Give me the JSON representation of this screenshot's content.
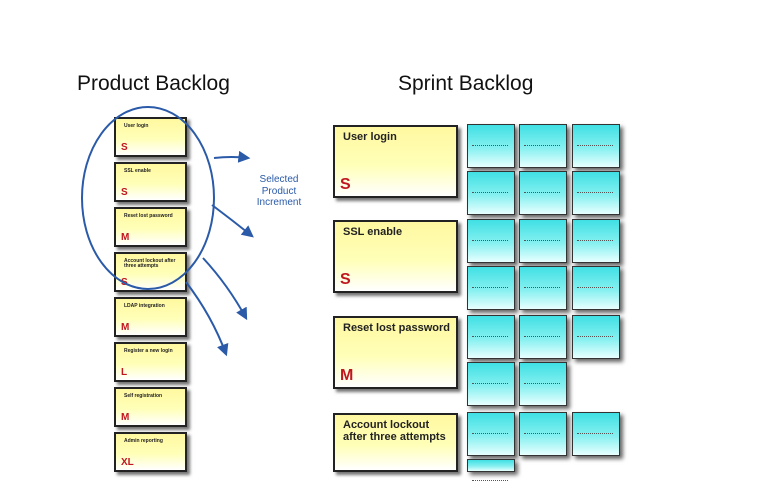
{
  "titles": {
    "product_backlog": "Product Backlog",
    "sprint_backlog": "Sprint Backlog"
  },
  "annotation": {
    "line1": "Selected",
    "line2": "Product",
    "line3": "Increment"
  },
  "product_backlog_items": [
    {
      "label": "User login",
      "size": "S"
    },
    {
      "label": "SSL enable",
      "size": "S"
    },
    {
      "label": "Reset lost password",
      "size": "M"
    },
    {
      "label": "Account lockout after three attempts",
      "size": "S"
    },
    {
      "label": "LDAP integration",
      "size": "M"
    },
    {
      "label": "Register a new login",
      "size": "L"
    },
    {
      "label": "Self registration",
      "size": "M"
    },
    {
      "label": "Admin reporting",
      "size": "XL"
    }
  ],
  "sprint_backlog_items": [
    {
      "label": "User login",
      "size": "S",
      "task_count": 6
    },
    {
      "label": "SSL enable",
      "size": "S",
      "task_count": 6
    },
    {
      "label": "Reset lost password",
      "size": "M",
      "task_count": 5
    },
    {
      "label": "Account lockout after three attempts",
      "size": "",
      "task_count": 4
    }
  ],
  "colors": {
    "story_card": "#ffff9e",
    "task_card": "#5ce6ea",
    "size_text": "#c0161e",
    "selection": "#2a5aa8"
  }
}
